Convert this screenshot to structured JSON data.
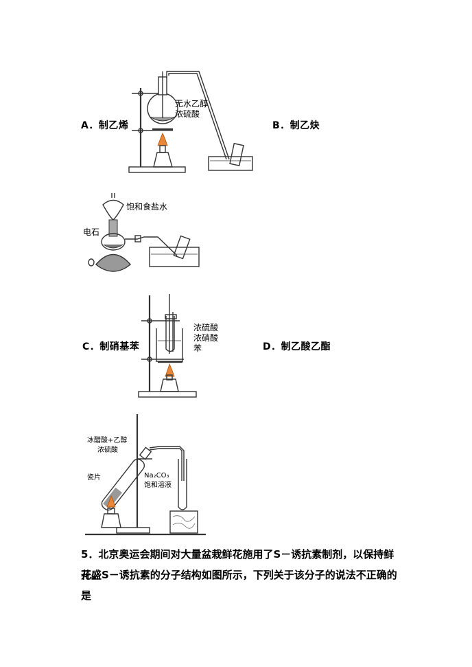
{
  "options": {
    "a": "A．制乙烯",
    "b": "B．制乙炔",
    "c": "C．制硝基苯",
    "d": "D．制乙酸乙酯"
  },
  "labels": {
    "a_line1": "无水乙醇",
    "a_line2": "浓硫酸",
    "b_top": "饱和食盐水",
    "b_left": "电石",
    "c_line1": "浓硫酸",
    "c_line2": "浓硝酸",
    "c_line3": "苯",
    "d_line1": "冰醋酸+乙醇",
    "d_line2": "浓硫酸",
    "d_chip": "瓷片",
    "d_na2co3": "Na₂CO₃",
    "d_sol": "饱和溶液"
  },
  "question": {
    "line1": "5．北京奥运会期间对大量盆栽鲜花施用了S－诱抗素制剂，以保持鲜花盛",
    "line2": "开。S－诱抗素的分子结构如图所示，下列关于该分子的说法不正确的是"
  }
}
